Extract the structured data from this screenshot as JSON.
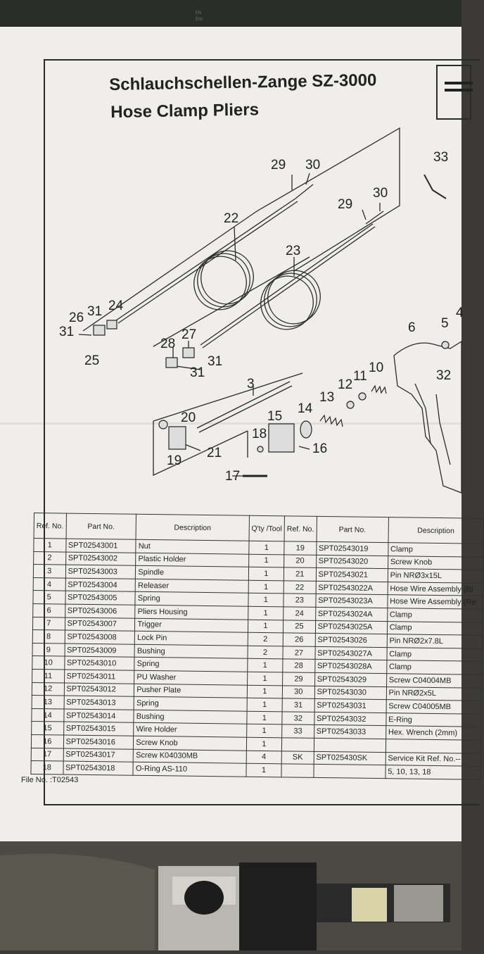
{
  "header": {
    "title": "Schlauchschellen-Zange SZ-3000",
    "subtitle": "Hose Clamp Pliers",
    "strip_lang_1": "EN",
    "strip_lang_2": "EIN"
  },
  "callouts": [
    "29",
    "30",
    "33",
    "22",
    "29",
    "30",
    "23",
    "26",
    "31",
    "24",
    "31",
    "25",
    "6",
    "5",
    "4",
    "28",
    "27",
    "31",
    "31",
    "10",
    "11",
    "12",
    "32",
    "3",
    "13",
    "14",
    "15",
    "20",
    "18",
    "16",
    "19",
    "21",
    "17"
  ],
  "table": {
    "headers": {
      "ref": "Ref. No.",
      "part": "Part No.",
      "desc": "Description",
      "qty": "Q'ty /Tool",
      "ref2": "Ref. No.",
      "part2": "Part No.",
      "desc2": "Description"
    },
    "rows": [
      {
        "ref": "1",
        "part": "SPT02543001",
        "desc": "Nut",
        "qty": "1",
        "ref2": "19",
        "part2": "SPT02543019",
        "desc2": "Clamp"
      },
      {
        "ref": "2",
        "part": "SPT02543002",
        "desc": "Plastic Holder",
        "qty": "1",
        "ref2": "20",
        "part2": "SPT02543020",
        "desc2": "Screw Knob"
      },
      {
        "ref": "3",
        "part": "SPT02543003",
        "desc": "Spindle",
        "qty": "1",
        "ref2": "21",
        "part2": "SPT02543021",
        "desc2": "Pin NRØ3x15L"
      },
      {
        "ref": "4",
        "part": "SPT02543004",
        "desc": "Releaser",
        "qty": "1",
        "ref2": "22",
        "part2": "SPT02543022A",
        "desc2": "Hose Wire Assembly (Bl"
      },
      {
        "ref": "5",
        "part": "SPT02543005",
        "desc": "Spring",
        "qty": "1",
        "ref2": "23",
        "part2": "SPT02543023A",
        "desc2": "Hose Wire Assembly (Re"
      },
      {
        "ref": "6",
        "part": "SPT02543006",
        "desc": "Pliers Housing",
        "qty": "1",
        "ref2": "24",
        "part2": "SPT02543024A",
        "desc2": "Clamp"
      },
      {
        "ref": "7",
        "part": "SPT02543007",
        "desc": "Trigger",
        "qty": "1",
        "ref2": "25",
        "part2": "SPT02543025A",
        "desc2": "Clamp"
      },
      {
        "ref": "8",
        "part": "SPT02543008",
        "desc": "Lock Pin",
        "qty": "2",
        "ref2": "26",
        "part2": "SPT02543026",
        "desc2": "Pin NRØ2x7.8L"
      },
      {
        "ref": "9",
        "part": "SPT02543009",
        "desc": "Bushing",
        "qty": "2",
        "ref2": "27",
        "part2": "SPT02543027A",
        "desc2": "Clamp"
      },
      {
        "ref": "10",
        "part": "SPT02543010",
        "desc": "Spring",
        "qty": "1",
        "ref2": "28",
        "part2": "SPT02543028A",
        "desc2": "Clamp"
      },
      {
        "ref": "11",
        "part": "SPT02543011",
        "desc": "PU Washer",
        "qty": "1",
        "ref2": "29",
        "part2": "SPT02543029",
        "desc2": "Screw C04004MB"
      },
      {
        "ref": "12",
        "part": "SPT02543012",
        "desc": "Pusher Plate",
        "qty": "1",
        "ref2": "30",
        "part2": "SPT02543030",
        "desc2": "Pin NRØ2x5L"
      },
      {
        "ref": "13",
        "part": "SPT02543013",
        "desc": "Spring",
        "qty": "1",
        "ref2": "31",
        "part2": "SPT02543031",
        "desc2": "Screw C04005MB"
      },
      {
        "ref": "14",
        "part": "SPT02543014",
        "desc": "Bushing",
        "qty": "1",
        "ref2": "32",
        "part2": "SPT02543032",
        "desc2": "E-Ring"
      },
      {
        "ref": "15",
        "part": "SPT02543015",
        "desc": "Wire Holder",
        "qty": "1",
        "ref2": "33",
        "part2": "SPT02543033",
        "desc2": "Hex. Wrench (2mm)"
      },
      {
        "ref": "16",
        "part": "SPT02543016",
        "desc": "Screw Knob",
        "qty": "1",
        "ref2": "",
        "part2": "",
        "desc2": ""
      },
      {
        "ref": "17",
        "part": "SPT02543017",
        "desc": "Screw K04030MB",
        "qty": "4",
        "ref2": "SK",
        "part2": "SPT025430SK",
        "desc2": "Service Kit Ref. No.--"
      },
      {
        "ref": "18",
        "part": "SPT02543018",
        "desc": "O-Ring AS-110",
        "qty": "1",
        "ref2": "",
        "part2": "",
        "desc2": "5, 10, 13, 18"
      }
    ]
  },
  "footer": {
    "file_no": "File No. :T02543"
  }
}
